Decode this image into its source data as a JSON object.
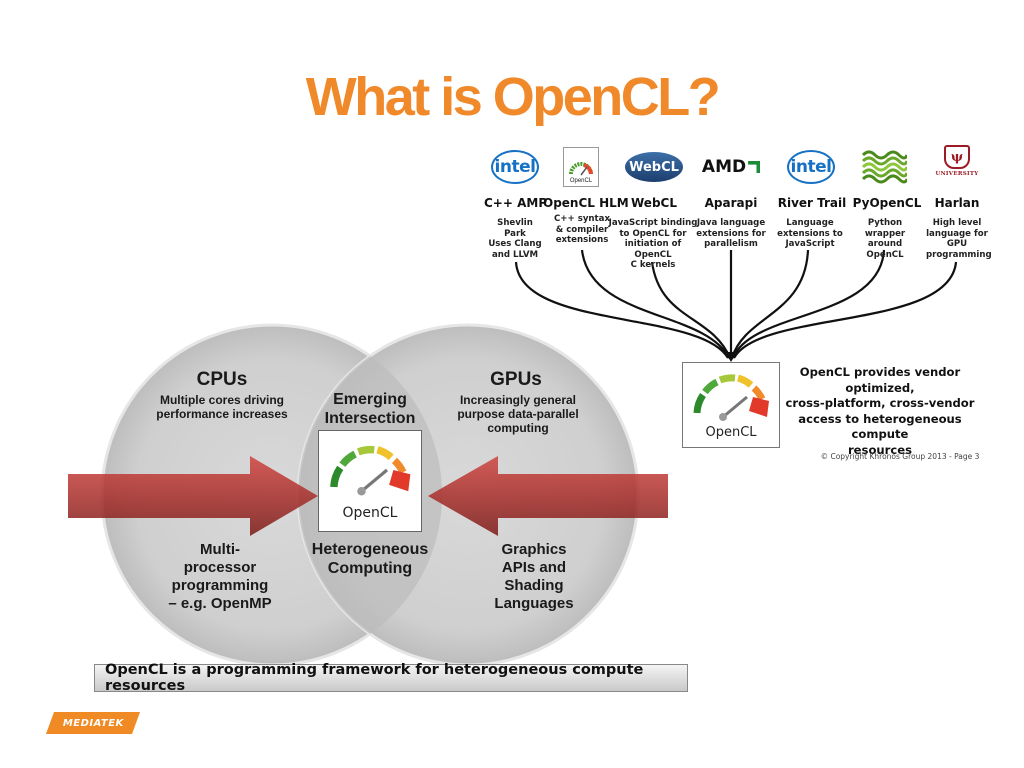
{
  "title": "What is OpenCL?",
  "projects": [
    {
      "logo": "intel",
      "logo_text": "intel",
      "name": "C++ AMP",
      "desc": [
        "Shevlin",
        "Park",
        "Uses Clang",
        "and LLVM"
      ]
    },
    {
      "logo": "opencl",
      "logo_text": "OpenCL",
      "name": "OpenCL HLM",
      "desc": [
        "C++ syntax",
        "& compiler",
        "extensions"
      ]
    },
    {
      "logo": "webcl",
      "logo_text": "WebCL",
      "name": "WebCL",
      "desc": [
        "JavaScript binding",
        "to OpenCL for",
        "initiation of OpenCL",
        "C kernels"
      ]
    },
    {
      "logo": "amd",
      "logo_text": "AMD",
      "name": "Aparapi",
      "desc": [
        "Java language",
        "extensions for",
        "parallelism"
      ]
    },
    {
      "logo": "intel",
      "logo_text": "intel",
      "name": "River Trail",
      "desc": [
        "Language",
        "extensions to",
        "JavaScript"
      ]
    },
    {
      "logo": "python",
      "logo_text": "",
      "name": "PyOpenCL",
      "desc": [
        "Python wrapper",
        "around",
        "OpenCL"
      ]
    },
    {
      "logo": "indiana",
      "logo_text": "UNIVERSITY",
      "name": "Harlan",
      "desc": [
        "High level",
        "language for",
        "GPU",
        "programming"
      ]
    }
  ],
  "center_logo_text": "OpenCL",
  "provides_text": [
    "OpenCL provides vendor",
    "optimized,",
    "cross-platform, cross-vendor",
    "access to heterogeneous compute",
    "resources"
  ],
  "copyright": "© Copyright Khronos Group 2013 - Page 3",
  "venn": {
    "cpus_title": "CPUs",
    "cpus_sub": [
      "Multiple cores driving",
      "performance increases"
    ],
    "gpus_title": "GPUs",
    "gpus_sub": [
      "Increasingly general",
      "purpose data-parallel",
      "computing"
    ],
    "intersection_title": [
      "Emerging",
      "Intersection"
    ],
    "logo_text": "OpenCL",
    "left_bottom": [
      "Multi-",
      "processor",
      "programming",
      "– e.g. OpenMP"
    ],
    "center_bottom": [
      "Heterogeneous",
      "Computing"
    ],
    "right_bottom": [
      "Graphics",
      "APIs and",
      "Shading",
      "Languages"
    ]
  },
  "banner": "OpenCL is a programming framework for heterogeneous compute resources",
  "footer_logo": "MEDIATEK",
  "colors": {
    "title": "#f0892a",
    "intel_blue": "#1671c4",
    "arrow_red": "#b83a36",
    "mediatek_orange": "#f08a24"
  }
}
